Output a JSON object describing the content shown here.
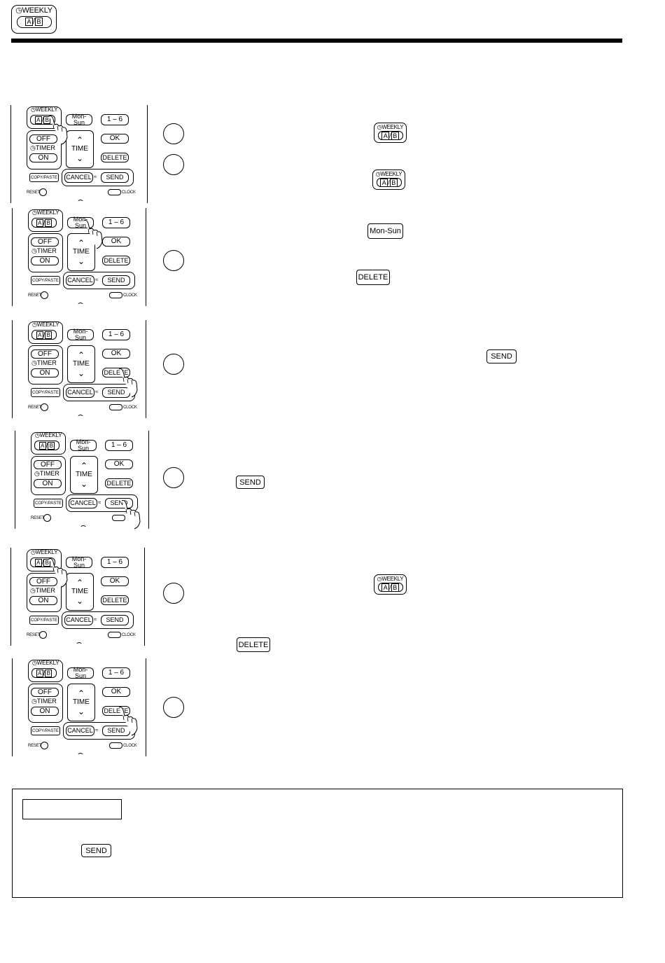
{
  "header": {
    "weekly_label": "WEEKLY",
    "ab_label": "/",
    "a_letter": "A",
    "b_letter": "B"
  },
  "remote": {
    "weekly": "WEEKLY",
    "mon_sun": "Mon-Sun",
    "one_six": "1 – 6",
    "off": "OFF",
    "timer": "TIMER",
    "on": "ON",
    "time": "TIME",
    "ok": "OK",
    "delete": "DELETE",
    "copy_paste": "COPY/PASTE",
    "cancel": "CANCEL",
    "send": "SEND",
    "reset": "RESET",
    "clock": "CLOCK",
    "up_arrow": "^",
    "down_arrow": "v"
  },
  "inline_icons": {
    "weekly": "WEEKLY",
    "mon_sun": "Mon-Sun",
    "delete": "DELETE",
    "send": "SEND"
  },
  "icons": {
    "hand": "pointing-hand-icon",
    "clock_symbol": "clock-icon",
    "signal": "signal-icon"
  }
}
